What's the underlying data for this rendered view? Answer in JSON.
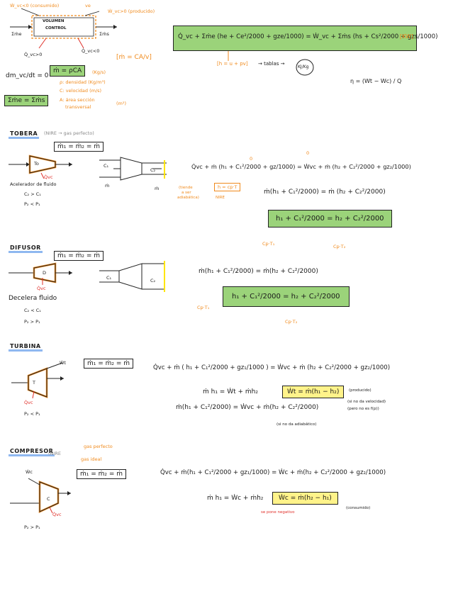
{
  "top": {
    "w_out_label": "Ẇ_vc<0 (consumido)",
    "ve_label": "ve",
    "w_in_label": "Ẇ_vc>0 (producido)",
    "cv_line1": "VOLUMEN",
    "cv_line2": "CONTROL",
    "me_label": "Σṁe",
    "ms_label": "Σṁs",
    "q_in": "Q̇_vc>0",
    "q_out": "Q̇_vc<0",
    "main_eq": "Q̇_vc + Σṁe (he + Ce²/2000 + gze/1000) = Ẇ_vc + Σṁs (hs + Cs²/2000 + gzs/1000)",
    "kw": "[KW]",
    "h_note": "[h = u + pv]",
    "tables": "→ tablas →",
    "kj_kg": "KJ/Kg",
    "efficiency": "η = (Wt − Wc) / Q",
    "mass_balance": "dm_vc/dt = 0",
    "m_eq": "ṁ = ρCA",
    "m_units": "(Kg/s)",
    "m_alt": "[ṁ = CA/v]",
    "rho_def": "ρ: densidad (Kg/m³)",
    "c_def": "C: velocidad (m/s)",
    "a_def1": "A: área sección",
    "a_def2": "transversal",
    "a_units": "(m²)",
    "sum_eq": "Σṁe = Σṁs"
  },
  "tobera": {
    "title": "TOBERA",
    "note": "(NIRE → gas perfecto)",
    "mass": "ṁ₁ = ṁ₂ = ṁ",
    "t0": "To",
    "q": "Q̇vc",
    "desc": "Acelerador de fluido",
    "cond1": "C₂ > C₁",
    "cond2": "P₂ < P₁",
    "c1": "C₁",
    "c2": "C₂",
    "m1": "ṁ",
    "m2": "ṁ",
    "eq1": "Q̇vc + ṁ (h₁ + C₁²/2000 + gz/1000) = Ẇvc + ṁ (h₂ + C₂²/2000 + gz₂/1000)",
    "zero1": "0",
    "zero2": "0",
    "eq2": "ṁ(h₁ + C₁²/2000) = ṁ (h₂ + C₂²/2000)",
    "eq3": "h₁ + C₁²/2000 = h₂ + C₂²/2000",
    "hcpt": "h = cp·T",
    "nire": "NIRE",
    "adiab1": "(tiende",
    "adiab2": "a ser",
    "adiab3": "adiabática)",
    "cpt1": "Cp·T₁",
    "cpt2": "Cp·T₂"
  },
  "difusor": {
    "title": "DIFUSOR",
    "mass": "ṁ₁ = ṁ₂ = ṁ",
    "label_d": "D",
    "q": "Q̇vc",
    "c1": "C₁",
    "c2": "C₂",
    "desc": "Decelera fluido",
    "cond1": "C₂ < C₁",
    "cond2": "P₂ > P₁",
    "eq1": "ṁ(h₁ + C₁²/2000) = ṁ(h₂ + C₂²/2000)",
    "eq2": "h₁ + C₁²/2000 = h₂ + C₂²/2000",
    "cpt1": "Cp·T₁",
    "cpt2": "Cp·T₂"
  },
  "turbina": {
    "title": "TURBINA",
    "mass": "ṁ₁ = ṁ₂ = ṁ",
    "wt": "Ẇt",
    "label_t": "T",
    "q": "Q̇vc",
    "cond": "P₂ < P₁",
    "eq1": "Q̇vc + ṁ ( h₁ + C₁²/2000 + gz₁/1000 ) = Ẇvc + ṁ (h₂ + C₂²/2000 + gz₂/1000)",
    "eq2": "ṁ h₁ = Ẇt + ṁh₂",
    "eq3": "Ẇt = ṁ(h₁ − h₂)",
    "produced": "(producido)",
    "note1": "(si no da velocidad)",
    "note2": "(pero no es f(p))",
    "eq4": "ṁ(h₁ + C₁²/2000) = Ẇvc + ṁ(h₂ + C₂²/2000)",
    "note3": "(si no da adiabático)"
  },
  "compresor": {
    "title": "COMPRESOR",
    "nire": "(NIRE",
    "gas1": "gas perfecto",
    "gas2": "gas ideal",
    "mass": "ṁ₁ = ṁ₂ = ṁ",
    "wc": "Ẇc",
    "label_c": "C",
    "q": "Q̇vc",
    "cond": "P₂ > P₁",
    "eq1": "Q̇vc + ṁ(h₁ + C₁²/2000 + gz₁/1000) = Ẇc + ṁ(h₂ + C₂²/2000 + gz₂/1000)",
    "eq2": "ṁ h₁ = Ẇc + ṁh₂",
    "eq3": "Ẇc = ṁ(h₂ − h₁)",
    "neg": "se pone negativo",
    "consumed": "(consumido)"
  }
}
